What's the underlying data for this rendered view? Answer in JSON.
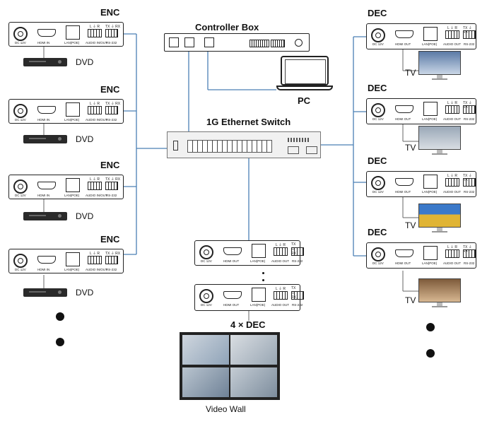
{
  "title": {
    "text": "Controller Box"
  },
  "switch_label": {
    "text": "1G Ethernet Switch"
  },
  "pc_label": {
    "text": "PC"
  },
  "dec_count": {
    "text": "4 × DEC"
  },
  "video_wall_label": {
    "text": "Video Wall"
  },
  "enc_rows": [
    {
      "label": "ENC",
      "source": "DVD"
    },
    {
      "label": "ENC",
      "source": "DVD"
    },
    {
      "label": "ENC",
      "source": "DVD"
    },
    {
      "label": "ENC",
      "source": "DVD"
    }
  ],
  "dec_rows": [
    {
      "label": "DEC",
      "sink": "TV"
    },
    {
      "label": "DEC",
      "sink": "TV"
    },
    {
      "label": "DEC",
      "sink": "TV"
    },
    {
      "label": "DEC",
      "sink": "TV"
    }
  ],
  "enc_panel": {
    "dc": "DC 12V",
    "hdmi": "HDMI IN",
    "lan": "LAN(POE)",
    "audio": "AUDIO IN/OUT",
    "rs": "RS-232",
    "lr": "L ⏚ R",
    "txrx": "TX ⏚ RX"
  },
  "dec_panel": {
    "dc": "DC 12V",
    "hdmi": "HDMI OUT",
    "lan": "LAN(POE)",
    "audio": "AUDIO OUT",
    "rs": "RS-232",
    "lr": "L ⏚ R",
    "txrx": "TX ⏚ RX"
  },
  "colors": {
    "link_line": "#4a7fb5",
    "stroke": "#222222"
  },
  "icons": [
    "power-jack-icon",
    "hdmi-port-icon",
    "lan-port-icon",
    "terminal-block-icon",
    "dvd-player-icon",
    "tv-icon",
    "laptop-icon",
    "ethernet-switch-icon",
    "video-wall-icon"
  ]
}
